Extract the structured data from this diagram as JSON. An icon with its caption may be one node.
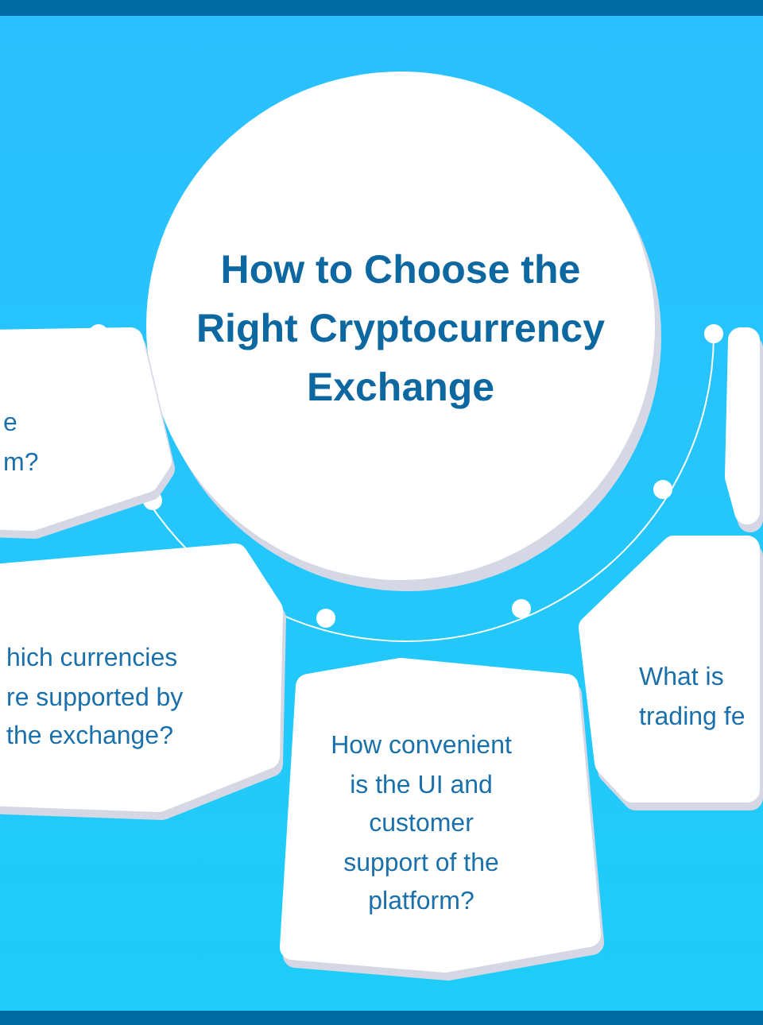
{
  "diagram": {
    "nodes": [
      {
        "text": [
          "How to Choose the Right Cryptocurrency Exchange"
        ]
      },
      {
        "text": [
          "e m?"
        ]
      },
      {
        "text": [
          "hich currencies re supported by the exchange?"
        ]
      },
      {
        "text": [
          "How convenient is the UI and customer support of the platform?"
        ]
      },
      {
        "text": [
          "What is trading fe"
        ]
      },
      {
        "text": [],
        "shape": "box"
      }
    ]
  }
}
